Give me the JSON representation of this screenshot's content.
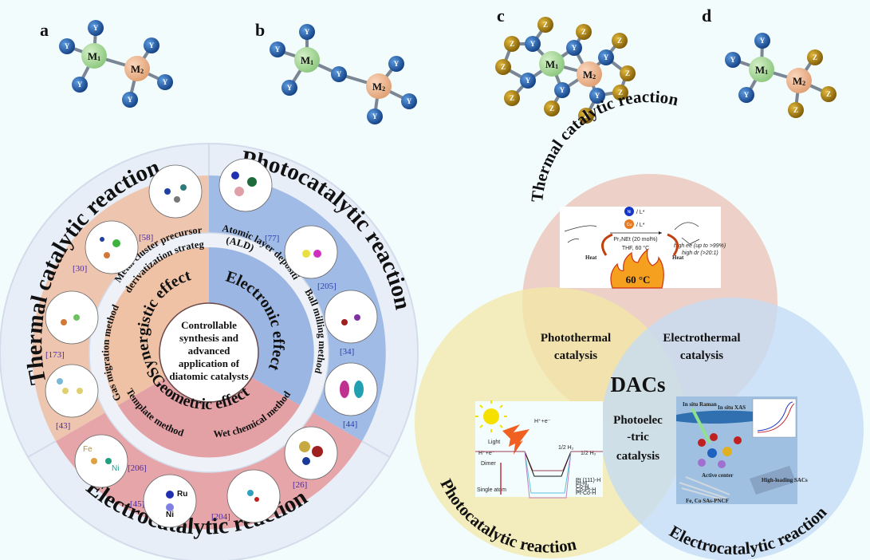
{
  "panels": {
    "a": {
      "label": "a",
      "metal1": "M",
      "metal1_sub": "1",
      "metal2": "M",
      "metal2_sub": "2",
      "ligand": "Y"
    },
    "b": {
      "label": "b",
      "metal1": "M",
      "metal1_sub": "1",
      "metal2": "M",
      "metal2_sub": "2",
      "ligand": "Y"
    },
    "c": {
      "label": "c",
      "metal1": "M",
      "metal1_sub": "1",
      "metal2": "M",
      "metal2_sub": "2",
      "ligand": "Y",
      "ligand2": "Z"
    },
    "d": {
      "label": "d",
      "metal1": "M",
      "metal1_sub": "1",
      "metal2": "M",
      "metal2_sub": "2",
      "ligand": "Y",
      "ligand2": "Z"
    }
  },
  "colors": {
    "background": "#f2fcfd",
    "metal1": "#a6d99a",
    "metal2": "#efb792",
    "ligand_y": "#1f5fae",
    "ligand_z": "#b88a10",
    "thermal_sector": "#eec6b0",
    "photo_sector": "#9fbbe6",
    "electro_sector": "#e6a5a8",
    "venn_thermal": "#ecc9be",
    "venn_photo": "#f3e7a6",
    "venn_electro": "#c3dbf5"
  },
  "wheel": {
    "outer_titles": {
      "thermal": "Thermal catalytic reaction",
      "photo": "Photocatalytic reaction",
      "electro": "Electrocatalytic reaction"
    },
    "methods": {
      "metal_cluster_line1": "Metal cluster precursor",
      "metal_cluster_line2": "derivatization strategy",
      "ald_line1": "Atomic layer deposition",
      "ald_line2": "(ALD)",
      "ball_milling": "Ball milling method",
      "wet_chemical": "Wet chemical method",
      "template": "Template method",
      "gas_migration": "Gas migration method"
    },
    "effects": {
      "synergistic": "Synergistic effect",
      "electronic": "Electronic effect",
      "geometric": "Geometric effect"
    },
    "center_lines": [
      "Controllable",
      "synthesis and",
      "advanced",
      "application of",
      "diatomic catalysts"
    ],
    "refs": {
      "thermal": [
        "[58]",
        "[30]",
        "[173]",
        "[43]"
      ],
      "photo": [
        "[77]",
        "[205]",
        "[34]",
        "[44]"
      ],
      "electro": [
        "[206]",
        "[45]",
        "[204]",
        "[26]"
      ]
    },
    "atom_labels": {
      "fe": "Fe",
      "ni": "Ni",
      "ru": "Ru"
    }
  },
  "venn": {
    "titles": {
      "thermal": "Thermal catalytic reaction",
      "photo": "Photocatalytic reaction",
      "electro": "Electrocatalytic reaction"
    },
    "overlaps": {
      "photothermal_line1": "Photothermal",
      "photothermal_line2": "catalysis",
      "electrothermal_line1": "Electrothermal",
      "electrothermal_line2": "catalysis",
      "photoelectric_line1": "Photoelec",
      "photoelectric_line2": "-tric",
      "photoelectric_line3": "catalysis"
    },
    "center": "DACs",
    "thermal_inset": {
      "catalyst1": "Ni",
      "catalyst2": "Cu",
      "ligand": "/ L*",
      "base": "Pr₂NEt (20 mol%)",
      "conditions": "THF, 60 °C",
      "selectivity1": "high ee (up to >99%)",
      "selectivity2": "high dr (>20:1)",
      "heat_left": "Heat",
      "heat_right": "Heat",
      "temperature": "60 °C"
    },
    "photo_inset": {
      "light": "Light",
      "reactant": "H⁺+e⁻",
      "product": "1/2 H₂",
      "dimer": "Dimer",
      "single_atom": "Single atom",
      "legend": [
        "Pt (111)-H",
        "Pt-H",
        "Co-H",
        "Co-Pt-H",
        "Pt-Co-H"
      ]
    },
    "electro_inset": {
      "raman": "In situ Raman",
      "xas": "In situ XAS",
      "active_center": "Active center",
      "high_loading": "High-loading SACs",
      "fiber": "Fe, Co SAs-PNCF"
    }
  }
}
